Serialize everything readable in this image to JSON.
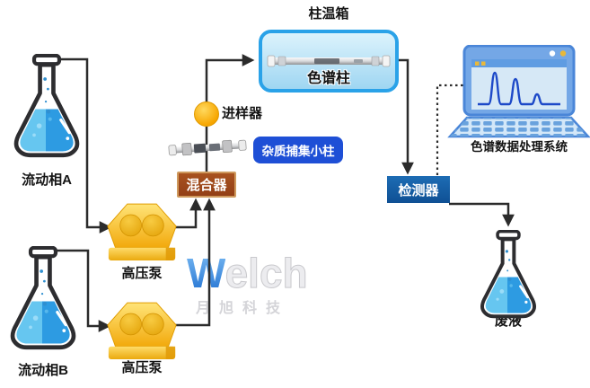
{
  "diagram": {
    "kind": "HPLC system flow diagram",
    "nodes": {
      "mobile_phase_a": {
        "label": "流动相A"
      },
      "mobile_phase_b": {
        "label": "流动相B"
      },
      "pump_a": {
        "label": "高压泵"
      },
      "pump_b": {
        "label": "高压泵"
      },
      "mixer": {
        "label": "混合器"
      },
      "trap_column": {
        "label": "杂质捕集小柱"
      },
      "injector": {
        "label": "进样器"
      },
      "column_oven": {
        "label": "柱温箱"
      },
      "column": {
        "label": "色谱柱"
      },
      "detector": {
        "label": "检测器"
      },
      "data_system": {
        "label": "色谱数据处理系统"
      },
      "waste": {
        "label": "废液"
      }
    },
    "watermark": {
      "brand_w": "W",
      "brand_rest": "elch",
      "company": "月旭科技"
    },
    "screen_chromatogram": {
      "type": "line",
      "peaks_relative_height": [
        0.85,
        0.65,
        0.3
      ]
    },
    "colors": {
      "line": "#2b2b2b",
      "mixer_bg": "#a8521f",
      "trap_label_bg": "#1e4fd6",
      "detector_bg": "#1565b0",
      "oven_border": "#2aa2e8",
      "pump_gold": "#f5b313",
      "injector_orange": "#f7a600",
      "liquid_light": "#66c6f0",
      "liquid_dark": "#2d9be2",
      "laptop_blue": "#4a86d8"
    }
  }
}
